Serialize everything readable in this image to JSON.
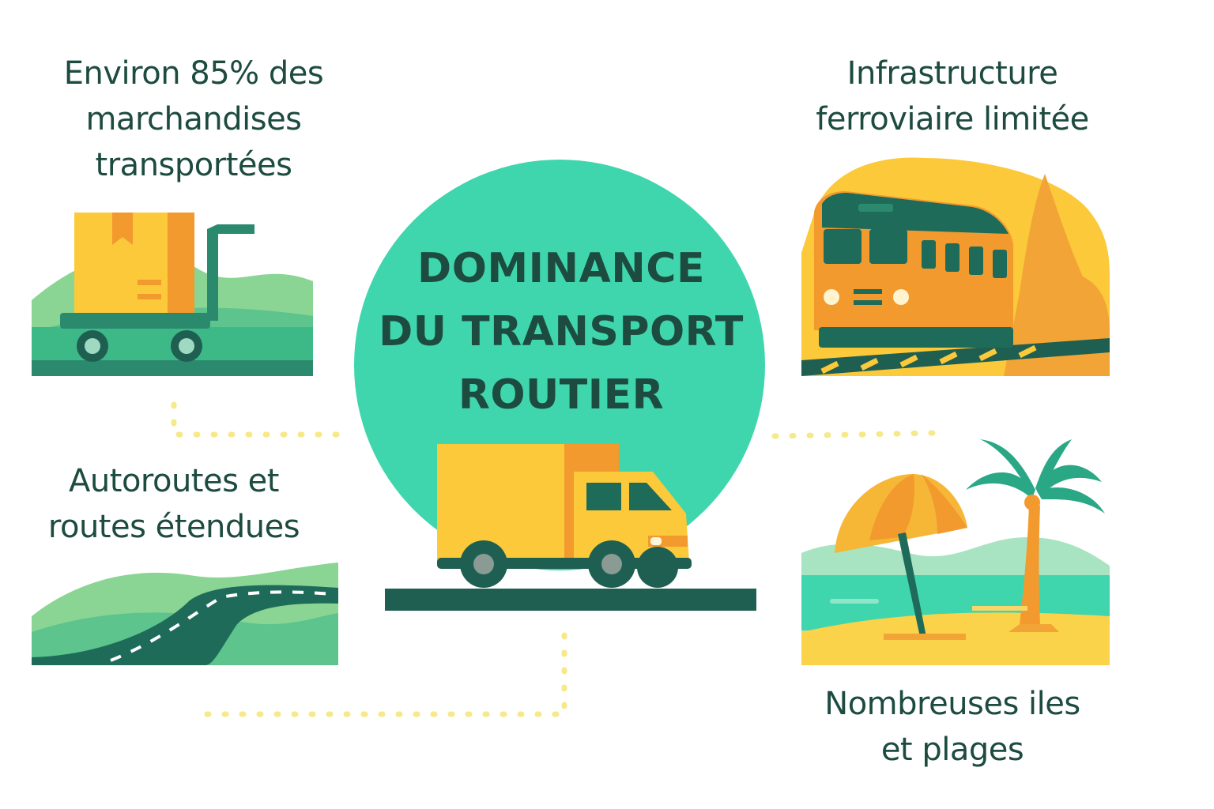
{
  "center": {
    "title_lines": [
      "DOMINANCE",
      "DU TRANSPORT",
      "ROUTIER"
    ],
    "icon": "delivery-truck-icon"
  },
  "top_left": {
    "lines": [
      "Environ 85% des",
      "marchandises",
      "transportées"
    ],
    "icon": "cargo-box-cart-icon"
  },
  "bottom_left": {
    "lines": [
      "Autoroutes et",
      "routes étendues"
    ],
    "icon": "winding-road-icon"
  },
  "top_right": {
    "lines": [
      "Infrastructure",
      "ferroviaire limitée"
    ],
    "icon": "train-icon"
  },
  "bottom_right": {
    "lines": [
      "Nombreuses iles",
      "et plages"
    ],
    "icon": "beach-palm-icon"
  },
  "colors": {
    "circle": "#3fd6ae",
    "text": "#1d4b40",
    "dark_green": "#2b8a6e",
    "road_dark": "#1f5f52",
    "yellow": "#fbc93a",
    "orange": "#f29a2e",
    "connector": "#f6e98a"
  }
}
